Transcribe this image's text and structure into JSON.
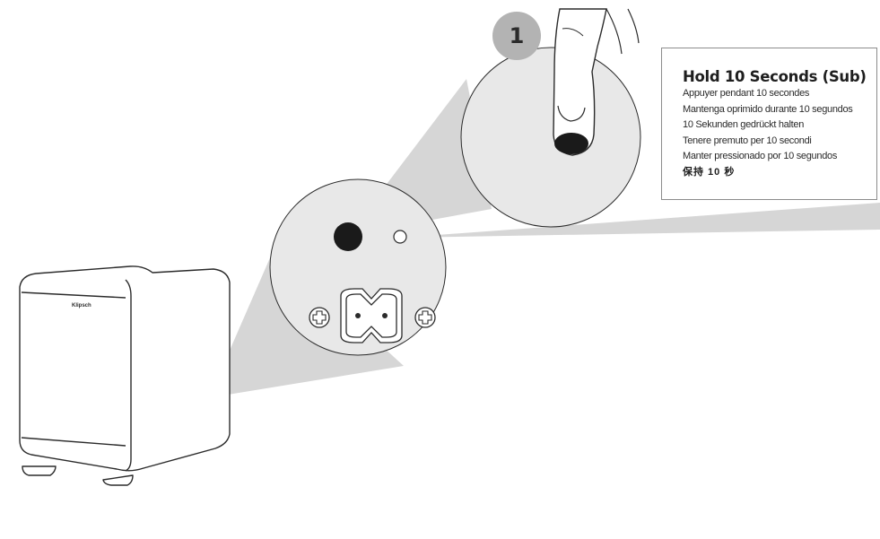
{
  "step": {
    "number": "1"
  },
  "speaker": {
    "brand": "Klipsch"
  },
  "instruction": {
    "title": "Hold 10 Seconds (Sub)",
    "lines": [
      "Appuyer pendant 10 secondes",
      "Mantenga oprimido durante 10 segundos",
      "10 Sekunden gedrückt halten",
      "Tenere premuto per 10 secondi",
      "Manter pressionado por 10 segundos"
    ],
    "chinese": "保持 10 秒"
  },
  "colors": {
    "projection_fill": "#d6d6d6",
    "lens_fill": "#e8e8e8",
    "badge_fill": "#b3b3b3",
    "outline": "#2b2b2b"
  }
}
